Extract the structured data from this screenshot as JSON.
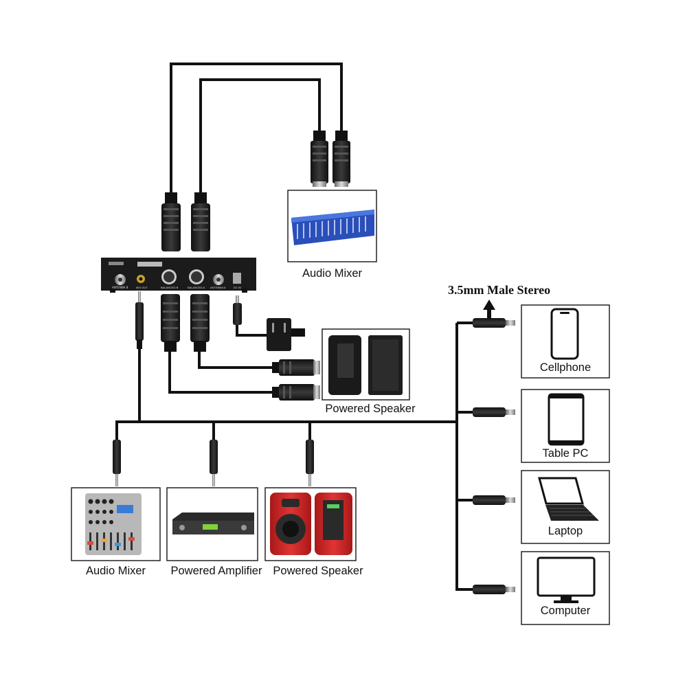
{
  "diagram": {
    "connector_title": "3.5mm Male Stereo",
    "receiver": {
      "name": "wireless-receiver",
      "panel_labels": [
        "ANTENNA B",
        "MIX OUT",
        "BALANCED B",
        "BALANCED A",
        "ANTENNA A",
        "DC IN"
      ]
    },
    "devices": {
      "audio_mixer_top": "Audio Mixer",
      "powered_speaker_top": "Powered Speaker",
      "audio_mixer_bottom": "Audio Mixer",
      "powered_amplifier": "Powered Amplifier",
      "powered_speaker_bottom": "Powered Speaker",
      "cellphone": "Cellphone",
      "tablet": "Table PC",
      "laptop": "Laptop",
      "computer": "Computer"
    },
    "colors": {
      "cable": "#111111",
      "speaker_red": "#d42a2a",
      "mixer_blue": "#3a63c9",
      "receiver_body": "#1b1b1b"
    }
  }
}
